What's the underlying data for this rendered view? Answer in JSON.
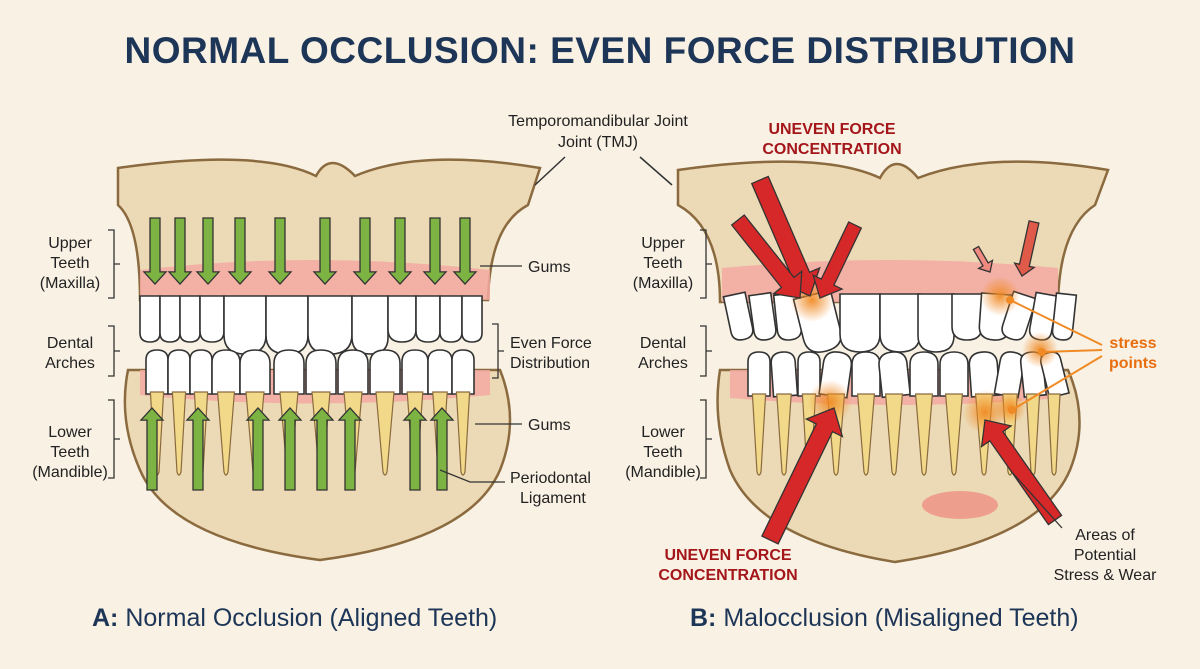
{
  "title": "NORMAL OCCLUSION: EVEN FORCE DISTRIBUTION",
  "tmj_label": {
    "line1": "Temporomandibular Joint",
    "line2": "Joint (TMJ)"
  },
  "panel_a": {
    "caption_letter": "A:",
    "caption_text": " Normal Occlusion (Aligned Teeth)",
    "left_labels": {
      "upper": [
        "Upper",
        "Teeth",
        "(Maxilla)"
      ],
      "arches": [
        "Dental",
        "Arches"
      ],
      "lower": [
        "Lower",
        "Teeth",
        "(Mandible)"
      ]
    },
    "right_labels": {
      "gums_upper": "Gums",
      "even_force": [
        "Even Force",
        "Distribution"
      ],
      "gums_lower": "Gums",
      "ligament": [
        "Periodontal",
        "Ligament"
      ]
    }
  },
  "panel_b": {
    "caption_letter": "B:",
    "caption_text": " Malocclusion (Misaligned Teeth)",
    "left_labels": {
      "upper": [
        "Upper",
        "Teeth",
        "(Maxilla)"
      ],
      "arches": [
        "Dental",
        "Arches"
      ],
      "lower": [
        "Lower",
        "Teeth",
        "(Mandible)"
      ]
    },
    "uneven_top": [
      "UNEVEN FORCE",
      "CONCENTRATION"
    ],
    "uneven_bottom": [
      "UNEVEN FORCE",
      "CONCENTRATION"
    ],
    "stress_points": [
      "stress",
      "points"
    ],
    "areas_stress": [
      "Areas of",
      "Potential",
      "Stress & Wear"
    ]
  },
  "colors": {
    "title": "#1d3557",
    "bone": "#ecd9b5",
    "gum": "#f4a9a3",
    "green_arrow": "#7cb342",
    "red_arrow": "#d62828",
    "stress": "#f08a24"
  }
}
